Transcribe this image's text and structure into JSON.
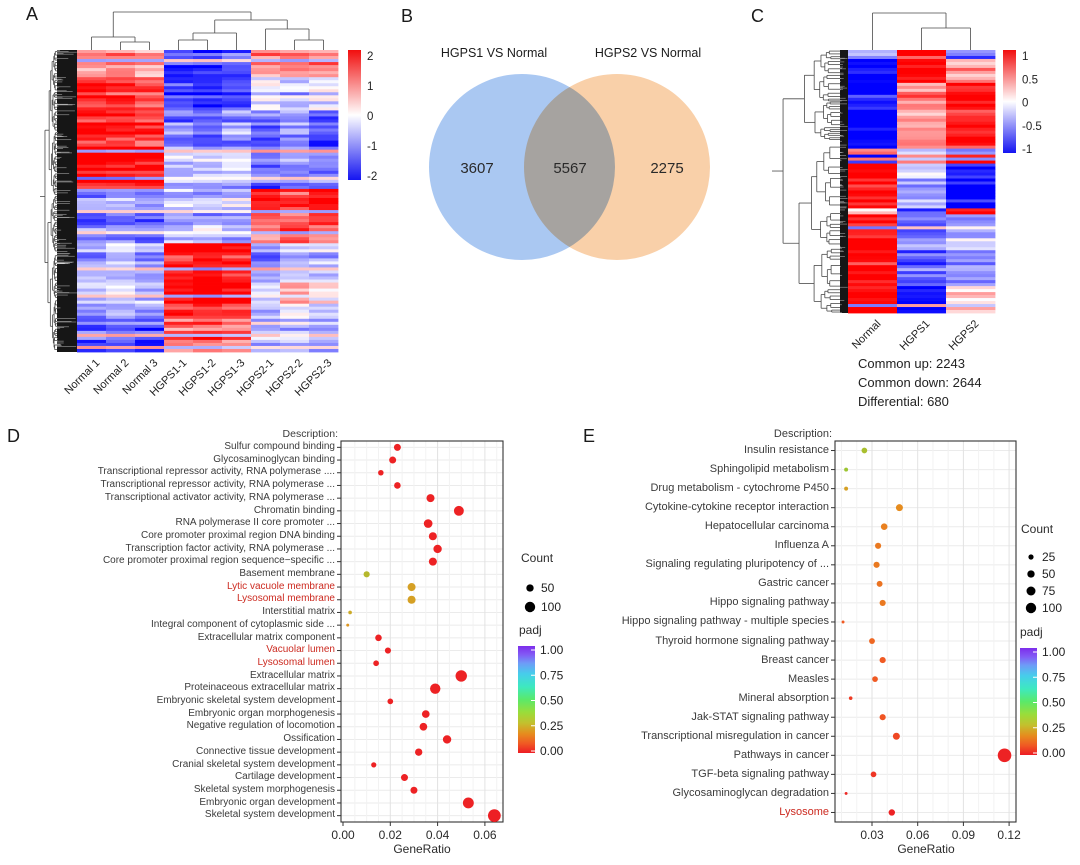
{
  "letters": {
    "A": "A",
    "B": "B",
    "C": "C",
    "D": "D",
    "E": "E"
  },
  "chart_data": [
    {
      "id": "A",
      "type": "heatmap",
      "columns": [
        "Normal 1",
        "Normal 2",
        "Normal 3",
        "HGPS1-1",
        "HGPS1-2",
        "HGPS1-3",
        "HGPS2-1",
        "HGPS2-2",
        "HGPS2-3"
      ],
      "colorbar_ticks": [
        "2",
        "1",
        "0",
        "-1",
        "-2"
      ],
      "zmax": 2,
      "colors": {
        "high": "#f10e0e",
        "mid": "#ffffff",
        "low": "#1414f1"
      },
      "row_blocks": [
        {
          "until": 0.09,
          "values": [
            0.7,
            0.8,
            0.6,
            -1.0,
            -1.1,
            -0.9,
            0.6,
            0.8,
            0.7
          ]
        },
        {
          "until": 0.2,
          "values": [
            1.1,
            1.0,
            0.8,
            -1.2,
            -1.3,
            -1.1,
            -0.2,
            -0.4,
            -0.3
          ]
        },
        {
          "until": 0.33,
          "values": [
            1.3,
            1.2,
            1.1,
            -0.7,
            -0.8,
            -0.6,
            -0.8,
            -0.6,
            -1.0
          ]
        },
        {
          "until": 0.46,
          "values": [
            1.4,
            1.3,
            1.2,
            -0.4,
            -0.5,
            -0.3,
            -0.9,
            -0.7,
            -0.8
          ]
        },
        {
          "until": 0.58,
          "values": [
            -0.7,
            -0.6,
            -0.8,
            -0.4,
            -0.5,
            -0.3,
            1.2,
            1.0,
            1.3
          ]
        },
        {
          "until": 0.64,
          "values": [
            -0.5,
            -0.4,
            -0.6,
            -0.2,
            -0.1,
            -0.3,
            0.9,
            1.1,
            1.0
          ]
        },
        {
          "until": 0.77,
          "values": [
            -0.6,
            -0.5,
            -0.7,
            1.2,
            1.3,
            1.1,
            -0.8,
            -0.5,
            -0.4
          ]
        },
        {
          "until": 0.88,
          "values": [
            -0.4,
            -0.3,
            -0.5,
            1.3,
            1.4,
            1.2,
            -0.3,
            0.2,
            -0.1
          ]
        },
        {
          "until": 1.0,
          "values": [
            -0.9,
            -0.8,
            -1.0,
            0.9,
            1.0,
            0.8,
            -0.3,
            -0.2,
            -0.4
          ]
        }
      ]
    },
    {
      "id": "B",
      "type": "venn",
      "sets": [
        {
          "label": "HGPS1 VS Normal",
          "value": "3607",
          "color": "#aac8f2"
        },
        {
          "label": "HGPS2 VS Normal",
          "value": "2275",
          "color": "#f9d0a9"
        }
      ],
      "overlap": "5567"
    },
    {
      "id": "C",
      "type": "heatmap",
      "columns": [
        "Normal",
        "HGPS1",
        "HGPS2"
      ],
      "colorbar_ticks": [
        "1",
        "0.5",
        "0",
        "-0.5",
        "-1"
      ],
      "zmax": 1,
      "colors": {
        "high": "#f10e0e",
        "mid": "#ffffff",
        "low": "#1414f1"
      },
      "row_blocks": [
        {
          "until": 0.03,
          "values": [
            -0.3,
            0.9,
            -0.5
          ]
        },
        {
          "until": 0.13,
          "values": [
            -1.0,
            1.0,
            0.35
          ]
        },
        {
          "until": 0.43,
          "values": [
            -1.0,
            0.45,
            0.9
          ]
        },
        {
          "until": 0.6,
          "values": [
            1.0,
            -0.35,
            -1.0
          ]
        },
        {
          "until": 0.63,
          "values": [
            0.1,
            -0.9,
            0.9
          ]
        },
        {
          "until": 0.9,
          "values": [
            1.0,
            -0.55,
            -0.35
          ]
        },
        {
          "until": 1.0,
          "values": [
            0.95,
            -1.0,
            0.1
          ]
        }
      ],
      "annotations": [
        "Common up: 2243",
        "Common down: 2644",
        "Differential: 680"
      ]
    },
    {
      "id": "D",
      "type": "scatter",
      "title": "Description:",
      "xlabel": "GeneRatio",
      "x_ticks": [
        "0.00",
        "0.02",
        "0.04",
        "0.06"
      ],
      "xlim": [
        0,
        0.068
      ],
      "legend": {
        "count_title": "Count",
        "count_values": [
          "50",
          "100"
        ],
        "padj_title": "padj",
        "padj_ticks": [
          "1.00",
          "0.75",
          "0.50",
          "0.25",
          "0.00"
        ]
      },
      "rows": [
        {
          "label": "Sulfur compound binding",
          "highlight": false,
          "x": 0.023,
          "count": 45,
          "padj": 0.01
        },
        {
          "label": "Glycosaminoglycan binding",
          "highlight": false,
          "x": 0.021,
          "count": 45,
          "padj": 0.01
        },
        {
          "label": "Transcriptional repressor activity, RNA polymerase ....",
          "highlight": false,
          "x": 0.016,
          "count": 28,
          "padj": 0.01
        },
        {
          "label": "Transcriptional repressor activity, RNA polymerase ...",
          "highlight": false,
          "x": 0.023,
          "count": 40,
          "padj": 0.01
        },
        {
          "label": "Transcriptional activator activity, RNA polymerase ...",
          "highlight": false,
          "x": 0.037,
          "count": 60,
          "padj": 0.01
        },
        {
          "label": "Chromatin binding",
          "highlight": false,
          "x": 0.049,
          "count": 90,
          "padj": 0.01
        },
        {
          "label": "RNA polymerase II core promoter ...",
          "highlight": false,
          "x": 0.036,
          "count": 70,
          "padj": 0.01
        },
        {
          "label": "Core promoter proximal region DNA binding",
          "highlight": false,
          "x": 0.038,
          "count": 60,
          "padj": 0.01
        },
        {
          "label": "Transcription factor activity, RNA polymerase ...",
          "highlight": false,
          "x": 0.04,
          "count": 65,
          "padj": 0.01
        },
        {
          "label": "Core promoter proximal region sequence−specific ...",
          "highlight": false,
          "x": 0.038,
          "count": 60,
          "padj": 0.01
        },
        {
          "label": "Basement membrane",
          "highlight": false,
          "x": 0.01,
          "count": 35,
          "padj": 0.28
        },
        {
          "label": "Lytic vacuole membrane",
          "highlight": true,
          "x": 0.029,
          "count": 60,
          "padj": 0.22
        },
        {
          "label": "Lysosomal membrane",
          "highlight": true,
          "x": 0.029,
          "count": 60,
          "padj": 0.22
        },
        {
          "label": "Interstitial matrix",
          "highlight": false,
          "x": 0.003,
          "count": 12,
          "padj": 0.24
        },
        {
          "label": "Integral component of cytoplasmic side ...",
          "highlight": false,
          "x": 0.002,
          "count": 8,
          "padj": 0.2
        },
        {
          "label": "Extracellular matrix component",
          "highlight": false,
          "x": 0.015,
          "count": 40,
          "padj": 0.01
        },
        {
          "label": "Vacuolar lumen",
          "highlight": true,
          "x": 0.019,
          "count": 35,
          "padj": 0.01
        },
        {
          "label": "Lysosomal lumen",
          "highlight": true,
          "x": 0.014,
          "count": 30,
          "padj": 0.01
        },
        {
          "label": "Extracellular matrix",
          "highlight": false,
          "x": 0.05,
          "count": 120,
          "padj": 0.01
        },
        {
          "label": "Proteinaceous extracellular matrix",
          "highlight": false,
          "x": 0.039,
          "count": 100,
          "padj": 0.01
        },
        {
          "label": "Embryonic skeletal system development",
          "highlight": false,
          "x": 0.02,
          "count": 30,
          "padj": 0.01
        },
        {
          "label": "Embryonic organ morphogenesis",
          "highlight": false,
          "x": 0.035,
          "count": 55,
          "padj": 0.01
        },
        {
          "label": "Negative regulation of locomotion",
          "highlight": false,
          "x": 0.034,
          "count": 55,
          "padj": 0.01
        },
        {
          "label": "Ossification",
          "highlight": false,
          "x": 0.044,
          "count": 65,
          "padj": 0.01
        },
        {
          "label": "Connective tissue development",
          "highlight": false,
          "x": 0.032,
          "count": 50,
          "padj": 0.01
        },
        {
          "label": "Cranial skeletal system development",
          "highlight": false,
          "x": 0.013,
          "count": 25,
          "padj": 0.01
        },
        {
          "label": "Cartilage development",
          "highlight": false,
          "x": 0.026,
          "count": 45,
          "padj": 0.01
        },
        {
          "label": "Skeletal system morphogenesis",
          "highlight": false,
          "x": 0.03,
          "count": 45,
          "padj": 0.01
        },
        {
          "label": "Embryonic organ development",
          "highlight": false,
          "x": 0.053,
          "count": 110,
          "padj": 0.01
        },
        {
          "label": "Skeletal system development",
          "highlight": false,
          "x": 0.064,
          "count": 150,
          "padj": 0.005
        }
      ]
    },
    {
      "id": "E",
      "type": "scatter",
      "title": "Description:",
      "xlabel": "GeneRatio",
      "x_ticks": [
        "0.03",
        "0.06",
        "0.09",
        "0.12"
      ],
      "xlim": [
        0.006,
        0.125
      ],
      "legend": {
        "count_title": "Count",
        "count_values": [
          "25",
          "50",
          "75",
          "100"
        ],
        "padj_title": "padj",
        "padj_ticks": [
          "1.00",
          "0.75",
          "0.50",
          "0.25",
          "0.00"
        ]
      },
      "rows": [
        {
          "label": "Insulin resistance",
          "highlight": false,
          "x": 0.025,
          "count": 30,
          "padj": 0.3
        },
        {
          "label": "Sphingolipid metabolism",
          "highlight": false,
          "x": 0.013,
          "count": 14,
          "padj": 0.32
        },
        {
          "label": "Drug metabolism - cytochrome P450",
          "highlight": false,
          "x": 0.013,
          "count": 14,
          "padj": 0.22
        },
        {
          "label": "Cytokine-cytokine receptor interaction",
          "highlight": false,
          "x": 0.048,
          "count": 45,
          "padj": 0.18
        },
        {
          "label": "Hepatocellular carcinoma",
          "highlight": false,
          "x": 0.038,
          "count": 40,
          "padj": 0.16
        },
        {
          "label": "Influenza A",
          "highlight": false,
          "x": 0.034,
          "count": 35,
          "padj": 0.15
        },
        {
          "label": "Signaling regulating pluripotency of ...",
          "highlight": false,
          "x": 0.033,
          "count": 35,
          "padj": 0.15
        },
        {
          "label": "Gastric cancer",
          "highlight": false,
          "x": 0.035,
          "count": 32,
          "padj": 0.14
        },
        {
          "label": "Hippo signaling pathway",
          "highlight": false,
          "x": 0.037,
          "count": 35,
          "padj": 0.15
        },
        {
          "label": "Hippo signaling pathway - multiple species",
          "highlight": false,
          "x": 0.011,
          "count": 8,
          "padj": 0.1
        },
        {
          "label": "Thyroid hormone signaling pathway",
          "highlight": false,
          "x": 0.03,
          "count": 32,
          "padj": 0.12
        },
        {
          "label": "Breast cancer",
          "highlight": false,
          "x": 0.037,
          "count": 35,
          "padj": 0.1
        },
        {
          "label": "Measles",
          "highlight": false,
          "x": 0.032,
          "count": 30,
          "padj": 0.1
        },
        {
          "label": "Mineral absorption",
          "highlight": false,
          "x": 0.016,
          "count": 12,
          "padj": 0.05
        },
        {
          "label": "Jak-STAT signaling pathway",
          "highlight": false,
          "x": 0.037,
          "count": 35,
          "padj": 0.09
        },
        {
          "label": "Transcriptional misregulation in cancer",
          "highlight": false,
          "x": 0.046,
          "count": 45,
          "padj": 0.07
        },
        {
          "label": "Pathways in cancer",
          "highlight": false,
          "x": 0.117,
          "count": 170,
          "padj": 0.01
        },
        {
          "label": "TGF-beta signaling pathway",
          "highlight": false,
          "x": 0.031,
          "count": 30,
          "padj": 0.04
        },
        {
          "label": "Glycosaminoglycan degradation",
          "highlight": false,
          "x": 0.013,
          "count": 8,
          "padj": 0.02
        },
        {
          "label": "Lysosome",
          "highlight": true,
          "x": 0.043,
          "count": 38,
          "padj": 0.01
        }
      ]
    }
  ]
}
